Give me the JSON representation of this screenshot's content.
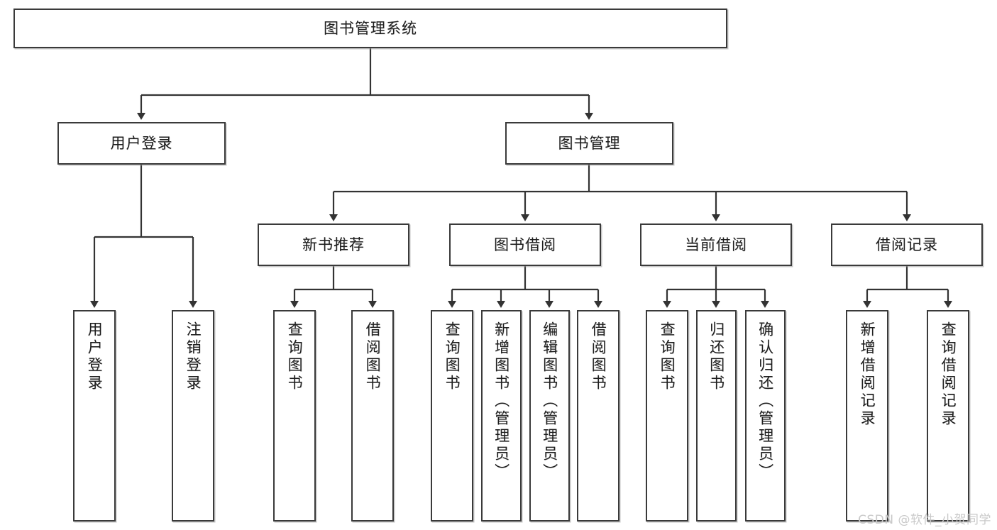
{
  "diagram": {
    "title": "图书管理系统",
    "type": "功能结构图",
    "watermark": "CSDN @软件_小贺同学",
    "colors": {
      "background": "#ffffff",
      "box_border": "#3a3a3a",
      "box_fill": "#ffffff",
      "connector": "#333333",
      "text": "#1e1e1e",
      "watermark": "#c9c9c9"
    },
    "root": {
      "label": "图书管理系统"
    },
    "level1": [
      {
        "label": "用户登录"
      },
      {
        "label": "图书管理"
      }
    ],
    "level2": [
      {
        "label": "新书推荐"
      },
      {
        "label": "图书借阅"
      },
      {
        "label": "当前借阅"
      },
      {
        "label": "借阅记录"
      }
    ],
    "leaves": {
      "user_login": [
        {
          "label": "用户登录"
        },
        {
          "label": "注销登录"
        }
      ],
      "new_book_recommend": [
        {
          "label": "查询图书"
        },
        {
          "label": "借阅图书"
        }
      ],
      "book_borrow": [
        {
          "label": "查询图书"
        },
        {
          "label": "新增图书（管理员）"
        },
        {
          "label": "编辑图书（管理员）"
        },
        {
          "label": "借阅图书"
        }
      ],
      "current_borrow": [
        {
          "label": "查询图书"
        },
        {
          "label": "归还图书"
        },
        {
          "label": "确认归还（管理员）"
        }
      ],
      "borrow_record": [
        {
          "label": "新增借阅记录"
        },
        {
          "label": "查询借阅记录"
        }
      ]
    }
  }
}
